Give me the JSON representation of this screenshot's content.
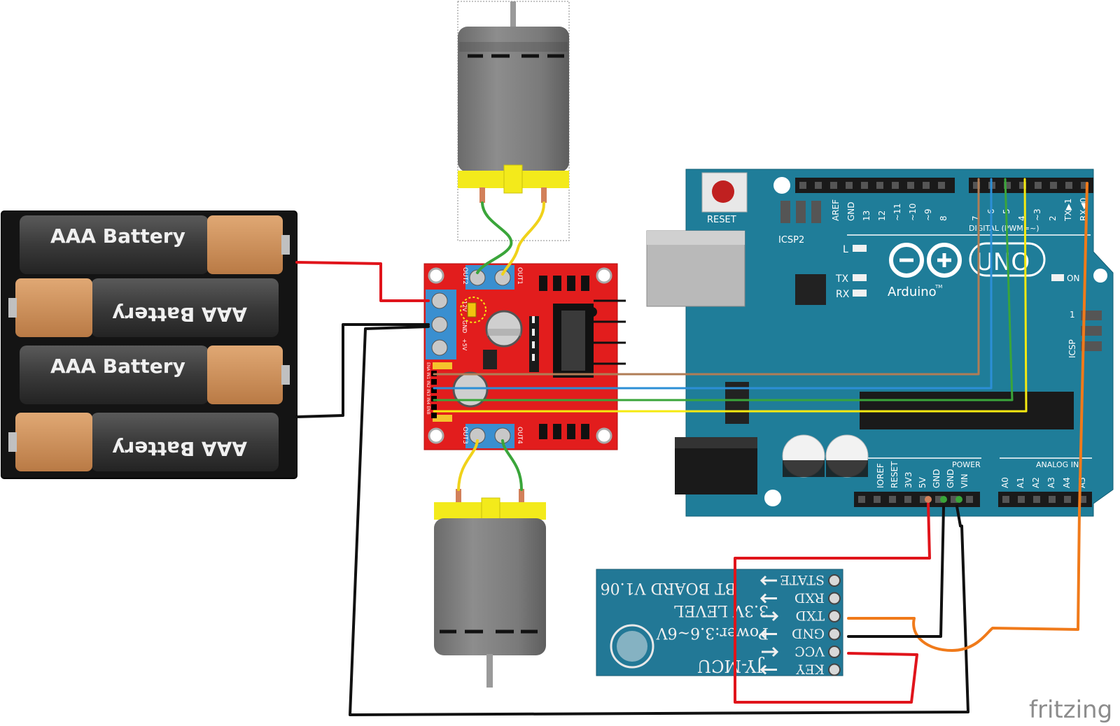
{
  "battery": {
    "cell_labels": [
      "AAA Battery",
      "AAA Battery",
      "AAA Battery",
      "AAA Battery"
    ]
  },
  "driver": {
    "out_labels": [
      "OUT2",
      "OUT1",
      "OUT3",
      "OUT4"
    ],
    "jumper_label": "12V",
    "gnd_label": "GND",
    "v5_label": "+5V",
    "pin_strip_label": "ENA IN1 IN2 IN3 IN4 ENB"
  },
  "arduino": {
    "reset_label": "RESET",
    "icsp2_label": "ICSP2",
    "icsp_label": "ICSP",
    "led_l": "L",
    "led_tx": "TX",
    "led_rx": "RX",
    "on_label": "ON",
    "logo_text": "Arduino",
    "tm": "TM",
    "uno_text": "UNO",
    "digital_label": "DIGITAL (PWM=~)",
    "power_label": "POWER",
    "analog_label": "ANALOG IN",
    "top_pins_left": [
      "AREF",
      "GND",
      "13",
      "12",
      "~11",
      "~10",
      "~9",
      "8"
    ],
    "top_pins_right": [
      "7",
      "~6",
      "~5",
      "4",
      "~3",
      "2",
      "TX▶1",
      "RX◀0"
    ],
    "power_pins": [
      "IOREF",
      "RESET",
      "3V3",
      "5V",
      "GND",
      "GND",
      "VIN"
    ],
    "analog_pins": [
      "A0",
      "A1",
      "A2",
      "A3",
      "A4",
      "A5"
    ],
    "icsp_1": "1"
  },
  "bt_module": {
    "pins": [
      "STATE",
      "RXD",
      "TXD",
      "GND",
      "VCC",
      "KEY"
    ],
    "board_text": "BT BOARD V1.06",
    "level_text": "3.3V LEVEL",
    "power_text": "Power:3.6~6V",
    "brand_text": "JY-MCU"
  },
  "watermark": "fritzing",
  "colors": {
    "arduino_blue": "#1f7d99",
    "driver_red": "#e21d1d",
    "motor_yellow": "#f3ea1b",
    "wire_red": "#e0141b",
    "wire_black": "#111111",
    "wire_orange": "#f07a1a",
    "wire_brown": "#b07d56",
    "wire_blue": "#2c8fd6",
    "wire_green": "#3aa53a",
    "wire_yellow": "#f5ea10"
  }
}
